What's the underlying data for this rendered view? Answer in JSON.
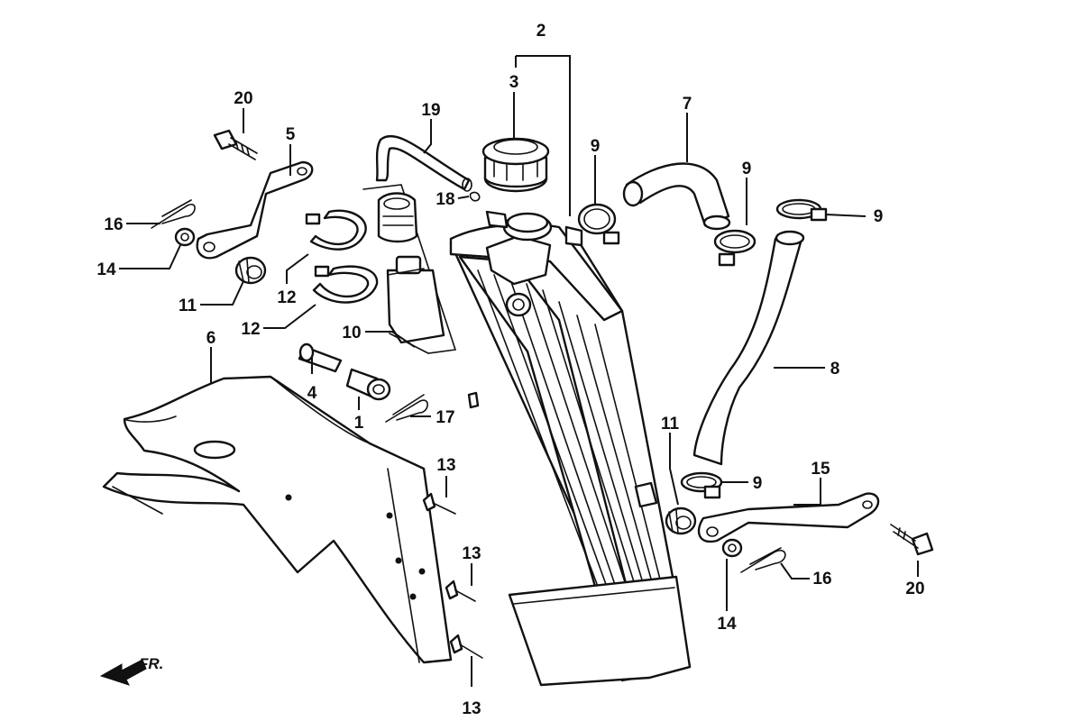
{
  "callouts": {
    "c20a": "20",
    "c5": "5",
    "c16a": "16",
    "c14a": "14",
    "c11a": "11",
    "c12a": "12",
    "c12b": "12",
    "c6": "6",
    "c4": "4",
    "c1": "1",
    "c17": "17",
    "c10": "10",
    "c19": "19",
    "c18": "18",
    "c3": "3",
    "c2": "2",
    "c9a": "9",
    "c7": "7",
    "c9b": "9",
    "c9c": "9",
    "c8": "8",
    "c11b": "11",
    "c9d": "9",
    "c15": "15",
    "c20b": "20",
    "c16b": "16",
    "c14b": "14",
    "c13a": "13",
    "c13b": "13",
    "c13c": "13"
  },
  "front_marker": "FR."
}
